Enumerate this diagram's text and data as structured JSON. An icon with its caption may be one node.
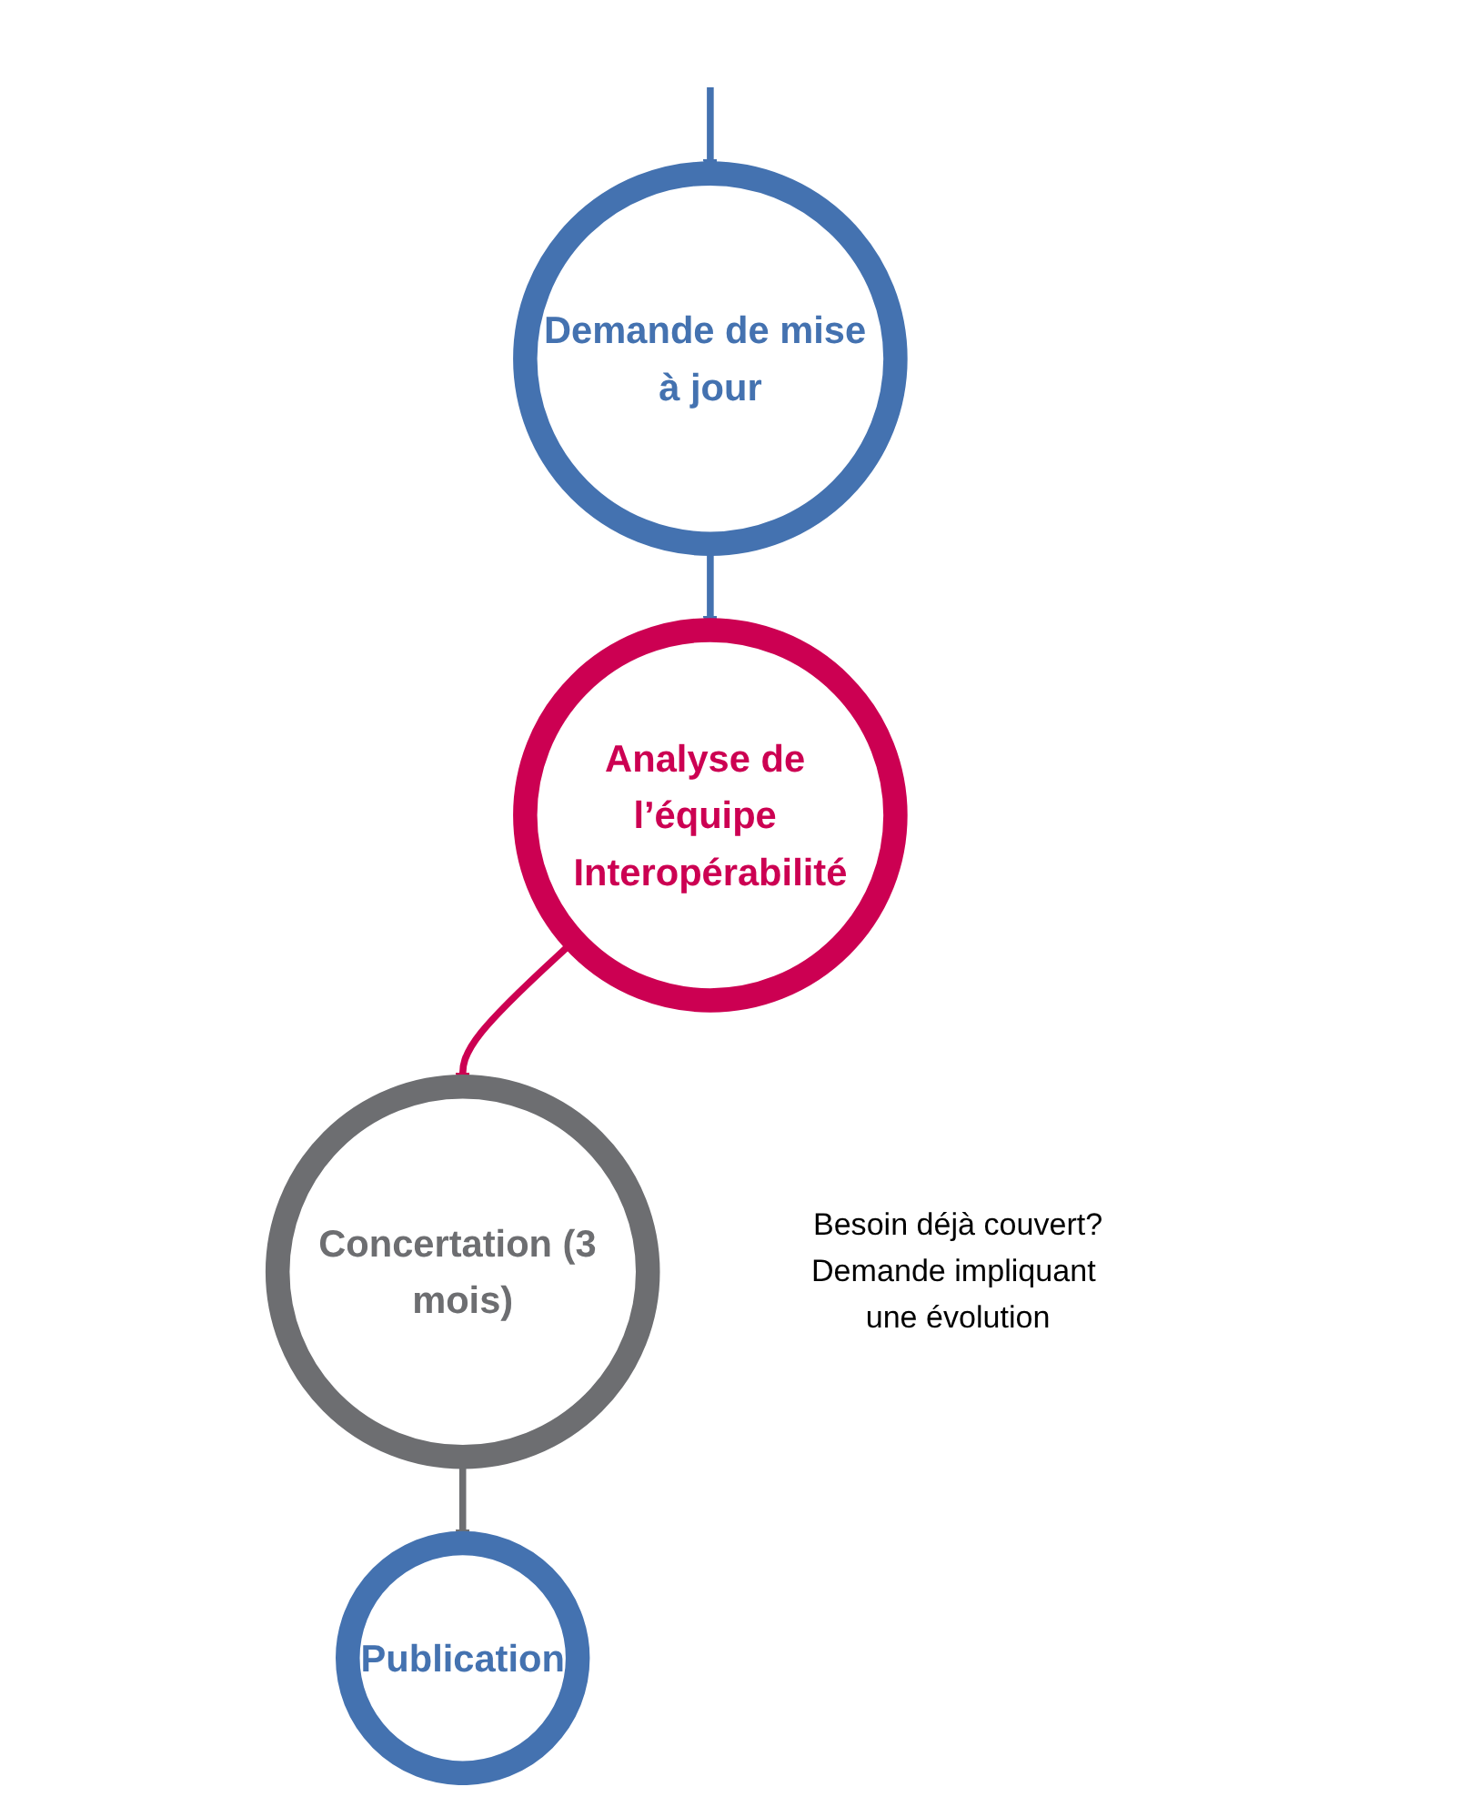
{
  "diagram": {
    "nodes": [
      {
        "text": [
          "Demande de mise à jour"
        ]
      },
      {
        "text": [
          "Analyse de l’équipe Interopérabilité"
        ],
        "beside": [
          "Besoin déjà couvert?",
          "Demande impliquant une évolution"
        ]
      },
      {
        "text": [
          "Concertation (3 mois)"
        ]
      },
      {
        "text": [
          "Publication"
        ]
      }
    ],
    "edges": [
      {
        "from": 0,
        "to": 1,
        "arrow": "to"
      },
      {
        "from": 1,
        "to": 2,
        "arrow": "to",
        "color": "#cc0052"
      },
      {
        "from": 2,
        "to": 3,
        "arrow": "to",
        "color": "#6d6e71"
      },
      {
        "from": null,
        "to": 0,
        "arrow": "to"
      }
    ]
  }
}
